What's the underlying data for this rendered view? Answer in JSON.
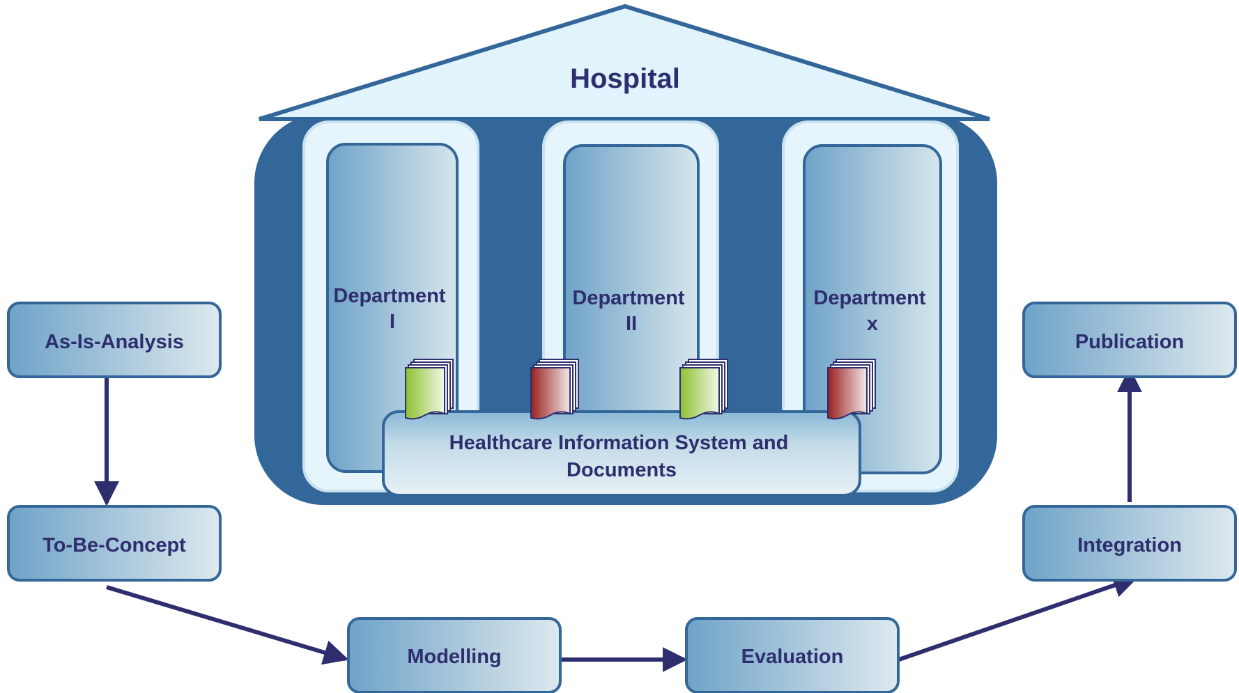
{
  "hospital": {
    "title": "Hospital",
    "departments": [
      {
        "line1": "Department",
        "line2": "I"
      },
      {
        "line1": "Department",
        "line2": "II"
      },
      {
        "line1": "Department",
        "line2": "x"
      }
    ],
    "his": {
      "line1": "Healthcare Information System and",
      "line2": "Documents"
    }
  },
  "process": {
    "as_is": "As-Is-Analysis",
    "to_be": "To-Be-Concept",
    "modelling": "Modelling",
    "evaluation": "Evaluation",
    "integration": "Integration",
    "publication": "Publication"
  },
  "colors": {
    "frame_blue": "#336699",
    "roof_fill": "#e1f4fc",
    "pillar_light": "#e6f4fb",
    "arrow": "#2e2e6e",
    "text": "#2e2e6e",
    "doc_green": "#9cca3c",
    "doc_red": "#a02828"
  },
  "icons": {
    "doc_stack": "document-stack-icon"
  }
}
